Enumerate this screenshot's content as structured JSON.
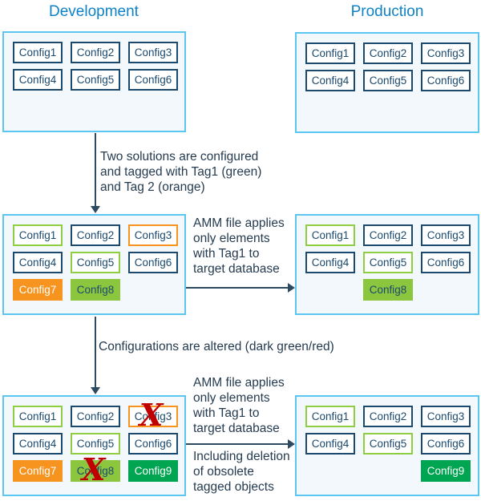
{
  "titles": {
    "development": "Development",
    "production": "Production"
  },
  "colors": {
    "title_blue": "#0E82C6",
    "panel_border_blue": "#5BC6EF",
    "panel_background": "#F3F8FC",
    "navy": "#1B4A6E",
    "tag1_green": "#8FCE43",
    "tag2_orange": "#F79420",
    "light_green_fill": "#8CC63E",
    "dark_green_fill": "#00A551",
    "red_x": "#C00000"
  },
  "annotations": {
    "tagging": {
      "lines": [
        "Two solutions are configured",
        "and tagged with Tag1 (green)",
        "and Tag 2 (orange)"
      ]
    },
    "amm_mid": {
      "lines": [
        "AMM file applies",
        "only elements",
        "with Tag1 to",
        "target database"
      ]
    },
    "altered": "Configurations are altered (dark green/red)",
    "amm_bottom": {
      "lines": [
        "AMM file applies",
        "only elements",
        "with Tag1 to",
        "target database"
      ]
    },
    "deletion": {
      "lines": [
        "Including deletion",
        "of obsolete",
        "tagged objects"
      ]
    }
  },
  "panels": {
    "dev1": {
      "configs": [
        {
          "label": "Config1",
          "variant": "navy"
        },
        {
          "label": "Config2",
          "variant": "navy"
        },
        {
          "label": "Config3",
          "variant": "navy"
        },
        {
          "label": "Config4",
          "variant": "navy"
        },
        {
          "label": "Config5",
          "variant": "navy"
        },
        {
          "label": "Config6",
          "variant": "navy"
        }
      ]
    },
    "prod1": {
      "configs": [
        {
          "label": "Config1",
          "variant": "navy"
        },
        {
          "label": "Config2",
          "variant": "navy"
        },
        {
          "label": "Config3",
          "variant": "navy"
        },
        {
          "label": "Config4",
          "variant": "navy"
        },
        {
          "label": "Config5",
          "variant": "navy"
        },
        {
          "label": "Config6",
          "variant": "navy"
        }
      ]
    },
    "dev2": {
      "configs": [
        {
          "label": "Config1",
          "variant": "green"
        },
        {
          "label": "Config2",
          "variant": "navy"
        },
        {
          "label": "Config3",
          "variant": "orange"
        },
        {
          "label": "Config4",
          "variant": "navy"
        },
        {
          "label": "Config5",
          "variant": "green"
        },
        {
          "label": "Config6",
          "variant": "navy"
        },
        {
          "label": "Config7",
          "variant": "orange-fill"
        },
        {
          "label": "Config8",
          "variant": "lightgreen-fill"
        }
      ]
    },
    "prod2": {
      "configs": [
        {
          "label": "Config1",
          "variant": "green"
        },
        {
          "label": "Config2",
          "variant": "navy"
        },
        {
          "label": "Config3",
          "variant": "navy"
        },
        {
          "label": "Config4",
          "variant": "navy"
        },
        {
          "label": "Config5",
          "variant": "green"
        },
        {
          "label": "Config6",
          "variant": "navy"
        },
        {
          "label": "Config8",
          "variant": "lightgreen-fill",
          "col": 2
        }
      ]
    },
    "dev3": {
      "configs": [
        {
          "label": "Config1",
          "variant": "green"
        },
        {
          "label": "Config2",
          "variant": "navy"
        },
        {
          "label": "Config3",
          "variant": "orange",
          "crossed": true
        },
        {
          "label": "Config4",
          "variant": "navy"
        },
        {
          "label": "Config5",
          "variant": "green"
        },
        {
          "label": "Config6",
          "variant": "navy"
        },
        {
          "label": "Config7",
          "variant": "orange-fill"
        },
        {
          "label": "Config8",
          "variant": "lightgreen-fill",
          "crossed": true
        },
        {
          "label": "Config9",
          "variant": "darkgreen-fill"
        }
      ]
    },
    "prod3": {
      "configs": [
        {
          "label": "Config1",
          "variant": "green"
        },
        {
          "label": "Config2",
          "variant": "navy"
        },
        {
          "label": "Config3",
          "variant": "navy"
        },
        {
          "label": "Config4",
          "variant": "navy"
        },
        {
          "label": "Config5",
          "variant": "green"
        },
        {
          "label": "Config6",
          "variant": "navy"
        },
        {
          "label": "Config9",
          "variant": "darkgreen-fill",
          "col": 3
        }
      ]
    },
    "cross_glyph": "X"
  }
}
